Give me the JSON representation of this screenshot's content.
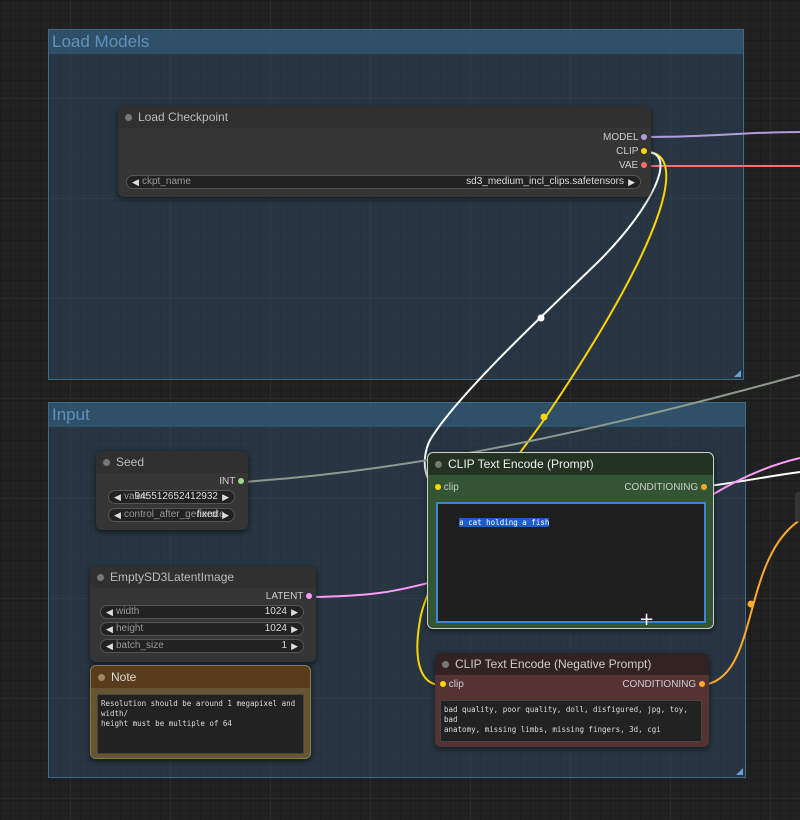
{
  "groups": {
    "load_models": {
      "title": "Load Models"
    },
    "input": {
      "title": "Input"
    }
  },
  "nodes": {
    "load_checkpoint": {
      "title": "Load Checkpoint",
      "outputs": [
        "MODEL",
        "CLIP",
        "VAE"
      ],
      "ckpt_label": "ckpt_name",
      "ckpt_value": "sd3_medium_incl_clips.safetensors"
    },
    "seed": {
      "title": "Seed",
      "output": "INT",
      "value_label": "value",
      "value": "945512652412932",
      "control_label": "control_after_generate",
      "control_value": "fixed"
    },
    "latent": {
      "title": "EmptySD3LatentImage",
      "output": "LATENT",
      "width_label": "width",
      "width": "1024",
      "height_label": "height",
      "height": "1024",
      "batch_label": "batch_size",
      "batch": "1"
    },
    "note": {
      "title": "Note",
      "text": "Resolution should be around 1 megapixel and width/\nheight must be multiple of 64"
    },
    "clip_pos": {
      "title": "CLIP Text Encode (Prompt)",
      "input": "clip",
      "output": "CONDITIONING",
      "text": "a cat holding a fish"
    },
    "clip_neg": {
      "title": "CLIP Text Encode (Negative Prompt)",
      "input": "clip",
      "output": "CONDITIONING",
      "text": "bad quality, poor quality, doll, disfigured, jpg, toy, bad\nanatomy, missing limbs, missing fingers, 3d, cgi"
    }
  },
  "colors": {
    "model": "#b39ddb",
    "clip": "#ffd500",
    "vae": "#ff6e6e",
    "int": "#9fd98c",
    "latent": "#ff9cf9",
    "conditioning": "#ffa931",
    "link_white": "#ffffff",
    "link_gray": "#8f9a8f"
  }
}
